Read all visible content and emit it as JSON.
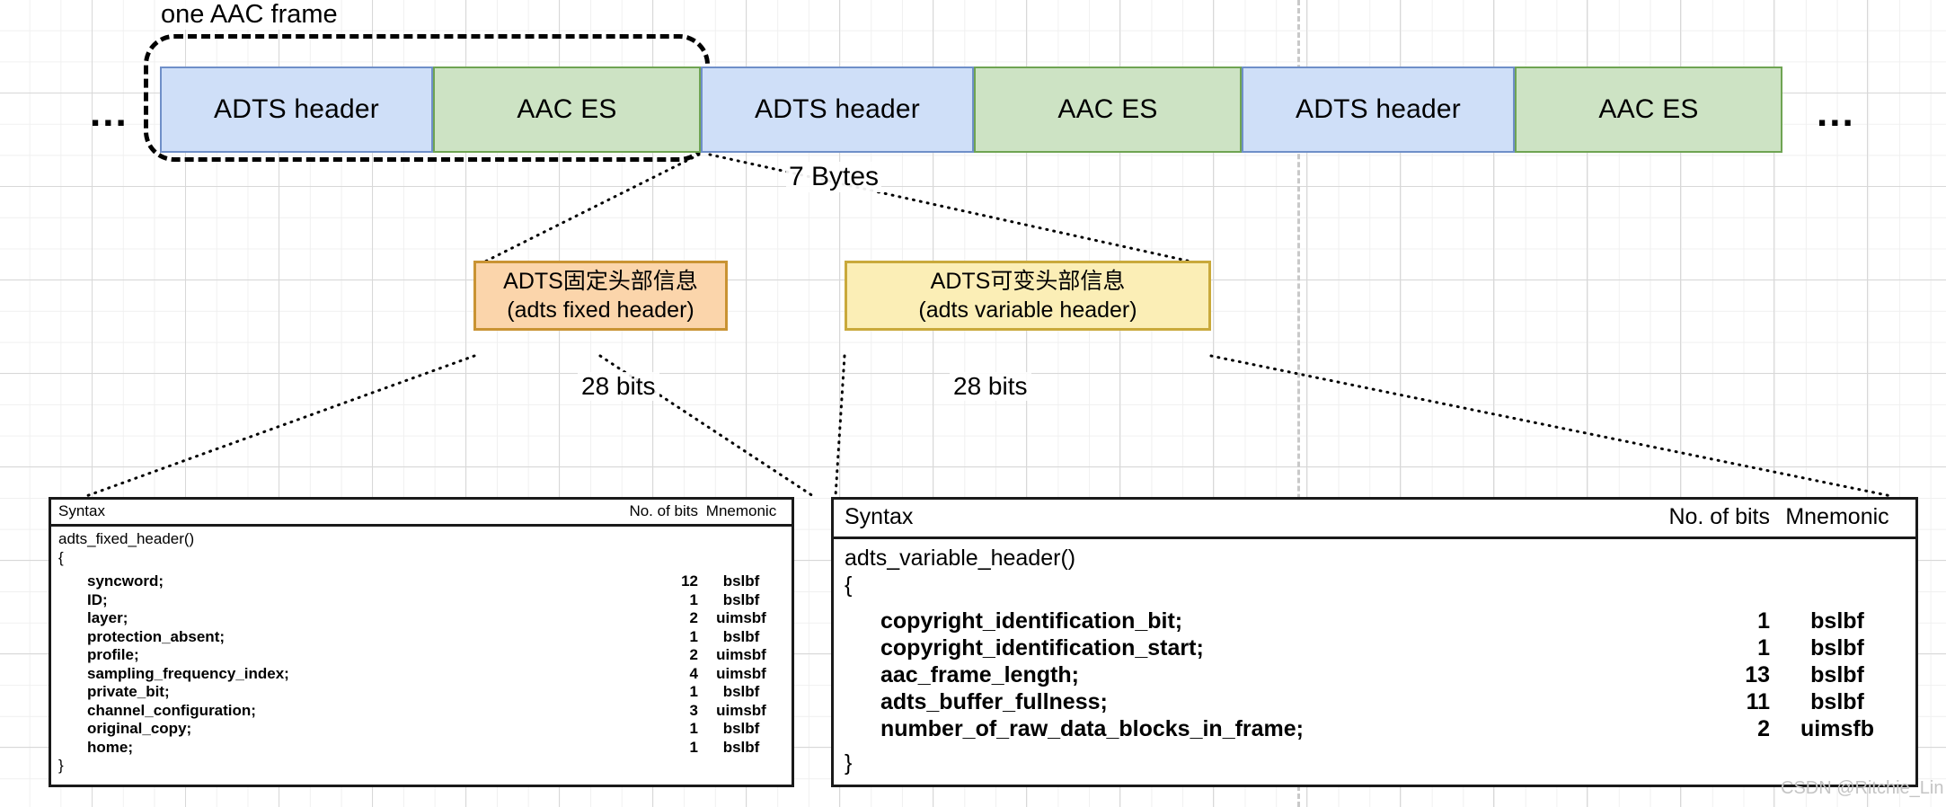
{
  "diagram": {
    "title_caption": "one AAC frame",
    "header_size_label": "7 Bytes",
    "left_ellipsis": "...",
    "right_ellipsis": "...",
    "watermark": "CSDN @Ritchie_Lin",
    "colors": {
      "adts_header_fill": "#cfdff8",
      "adts_header_border": "#6f8fc8",
      "aac_es_fill": "#cde3c4",
      "aac_es_border": "#6fa453",
      "fixed_header_fill": "#fbd5ab",
      "fixed_header_border": "#c99333",
      "variable_header_fill": "#fbeeb6",
      "variable_header_border": "#c9a93b",
      "grid_minor": "#f0f0f0",
      "grid_major": "#d8d8d8",
      "page_break": "#c9c9c9"
    },
    "strip": [
      {
        "label": "ADTS header",
        "kind": "adts-header"
      },
      {
        "label": "AAC ES",
        "kind": "aac-es"
      },
      {
        "label": "ADTS header",
        "kind": "adts-header"
      },
      {
        "label": "AAC ES",
        "kind": "aac-es"
      },
      {
        "label": "ADTS header",
        "kind": "adts-header"
      },
      {
        "label": "AAC ES",
        "kind": "aac-es"
      }
    ],
    "mid_boxes": [
      {
        "cn": "ADTS固定头部信息",
        "en": "(adts fixed header)",
        "bits": "28 bits"
      },
      {
        "cn": "ADTS可变头部信息",
        "en": "(adts variable header)",
        "bits": "28 bits"
      }
    ]
  },
  "tables": {
    "columns": {
      "syntax": "Syntax",
      "bits": "No. of bits",
      "mnemonic": "Mnemonic"
    },
    "fixed": {
      "decl": "adts_fixed_header()",
      "open_brace": "{",
      "close_brace": "}",
      "rows": [
        {
          "syntax": "syncword;",
          "bits": "12",
          "mnemonic": "bslbf"
        },
        {
          "syntax": "ID;",
          "bits": "1",
          "mnemonic": "bslbf"
        },
        {
          "syntax": "layer;",
          "bits": "2",
          "mnemonic": "uimsbf"
        },
        {
          "syntax": "protection_absent;",
          "bits": "1",
          "mnemonic": "bslbf"
        },
        {
          "syntax": "profile;",
          "bits": "2",
          "mnemonic": "uimsbf"
        },
        {
          "syntax": "sampling_frequency_index;",
          "bits": "4",
          "mnemonic": "uimsbf"
        },
        {
          "syntax": "private_bit;",
          "bits": "1",
          "mnemonic": "bslbf"
        },
        {
          "syntax": "channel_configuration;",
          "bits": "3",
          "mnemonic": "uimsbf"
        },
        {
          "syntax": "original_copy;",
          "bits": "1",
          "mnemonic": "bslbf"
        },
        {
          "syntax": "home;",
          "bits": "1",
          "mnemonic": "bslbf"
        }
      ]
    },
    "variable": {
      "decl": "adts_variable_header()",
      "open_brace": "{",
      "close_brace": "}",
      "rows": [
        {
          "syntax": "copyright_identification_bit;",
          "bits": "1",
          "mnemonic": "bslbf"
        },
        {
          "syntax": "copyright_identification_start;",
          "bits": "1",
          "mnemonic": "bslbf"
        },
        {
          "syntax": "aac_frame_length;",
          "bits": "13",
          "mnemonic": "bslbf"
        },
        {
          "syntax": "adts_buffer_fullness;",
          "bits": "11",
          "mnemonic": "bslbf"
        },
        {
          "syntax": "number_of_raw_data_blocks_in_frame;",
          "bits": "2",
          "mnemonic": "uimsfb"
        }
      ]
    }
  }
}
